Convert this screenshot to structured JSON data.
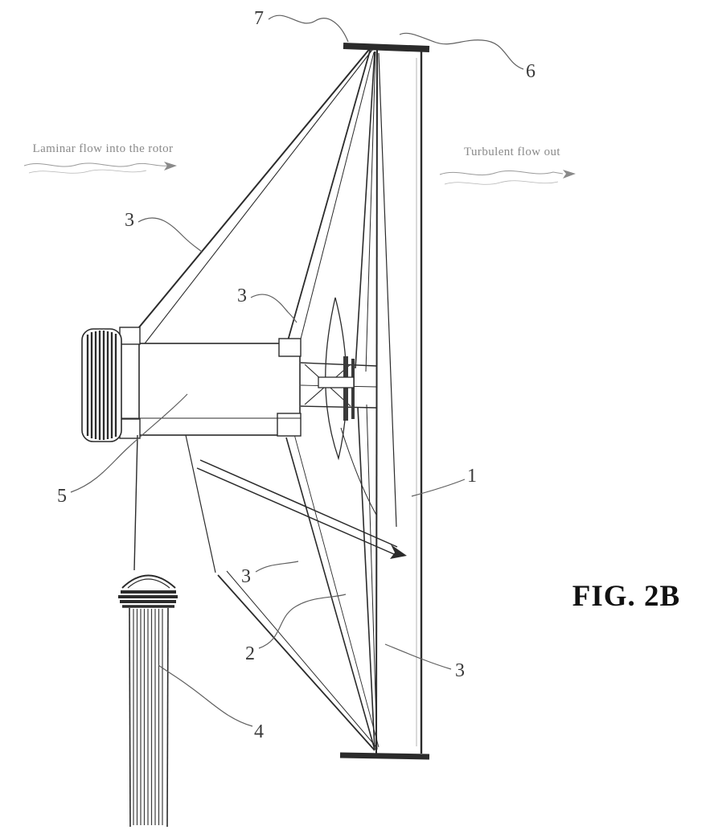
{
  "figure": {
    "caption": "FIG. 2B"
  },
  "flow": {
    "inflow": "Laminar flow into the rotor",
    "outflow": "Turbulent flow out"
  },
  "refs": {
    "n7": "7",
    "n6": "6",
    "n3a": "3",
    "n3b": "3",
    "n5": "5",
    "n1": "1",
    "n3c": "3",
    "n2": "2",
    "n3d": "3",
    "n4": "4"
  },
  "colors": {
    "ink": "#2b2b2b",
    "leader": "#5f5f5f",
    "faint_text": "#8a8a8a",
    "background": "#ffffff"
  },
  "parts": {
    "rotor_disc": "rotor-disc-edge-view",
    "blades": "rotor-blades",
    "upper_struts": "upper-support-struts",
    "lower_struts": "lower-support-struts",
    "brace": "diagonal-brace-arrow",
    "hub": "hub-gearbox-housing",
    "generator": "ribbed-generator-cylinder",
    "shaft": "drive-shaft-junction",
    "tower": "tower-mast"
  }
}
